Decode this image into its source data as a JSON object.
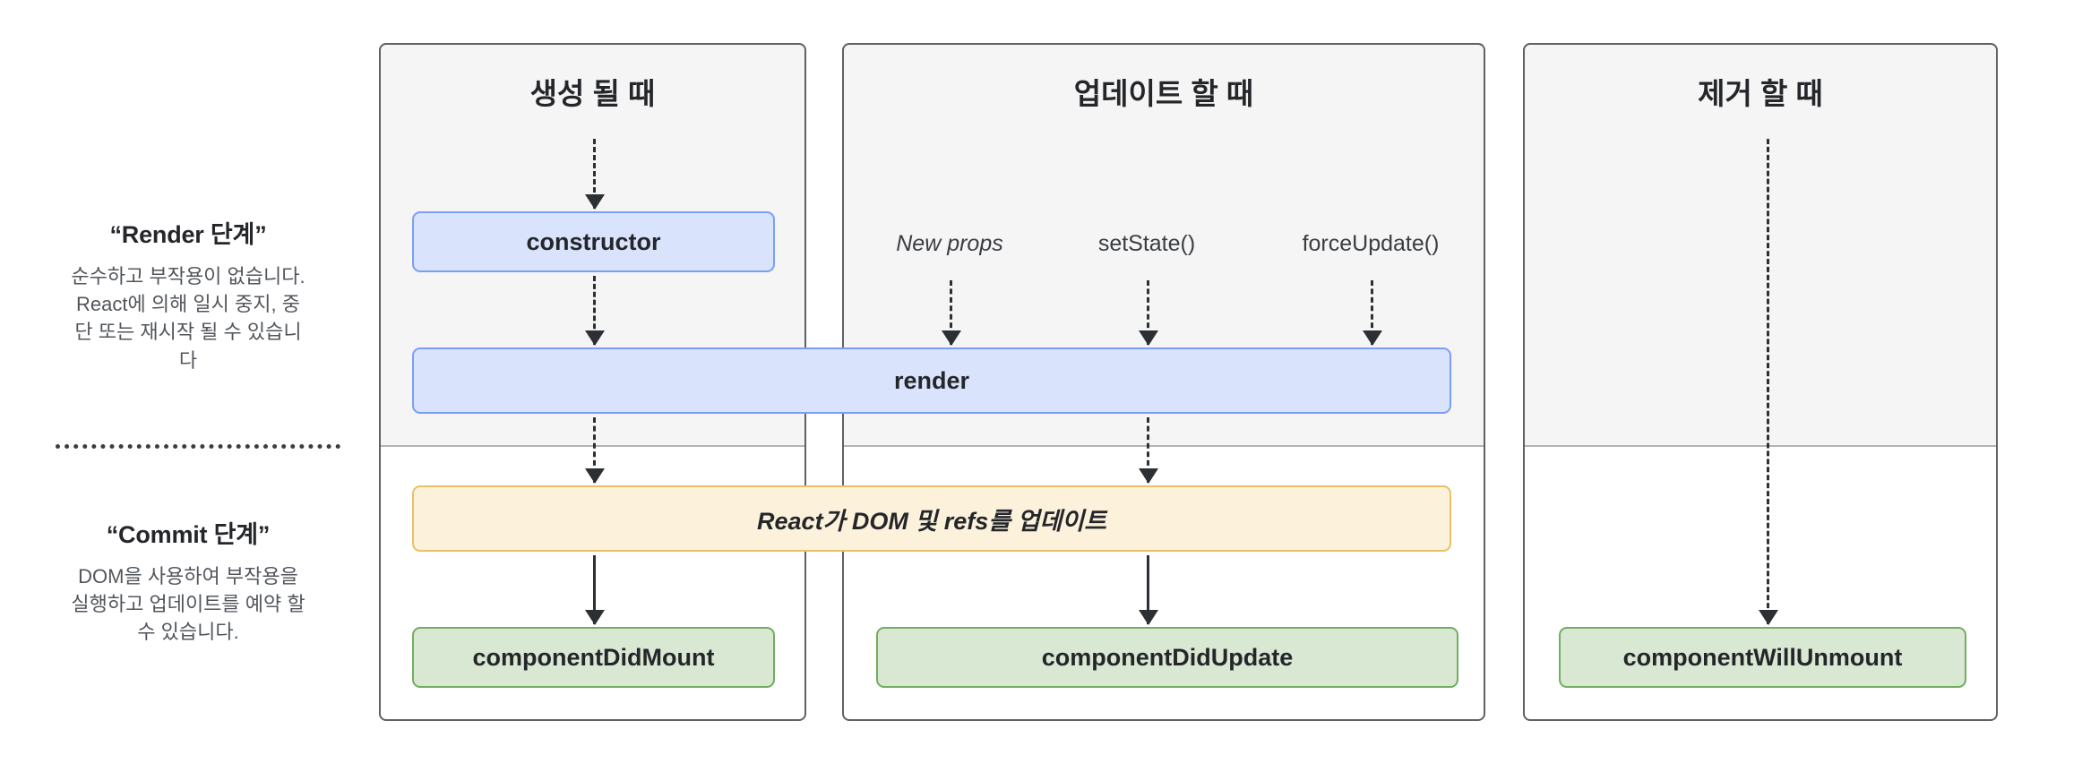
{
  "legend": {
    "render_phase": {
      "title": "“Render 단계”",
      "description": "순수하고 부작용이 없습니다. React에 의해 일시 중지, 중단 또는 재시작 될 수 있습니다"
    },
    "commit_phase": {
      "title": "“Commit 단계”",
      "description": "DOM을 사용하여 부작용을 실행하고 업데이트를 예약 할 수 있습니다."
    }
  },
  "columns": [
    {
      "id": "mount",
      "header": "생성 될 때"
    },
    {
      "id": "update",
      "header": "업데이트 할 때"
    },
    {
      "id": "unmount",
      "header": "제거 할 때"
    }
  ],
  "triggers": [
    {
      "label": "New props",
      "style": "italic"
    },
    {
      "label": "setState()",
      "style": "normal"
    },
    {
      "label": "forceUpdate()",
      "style": "normal"
    }
  ],
  "nodes": {
    "constructor": "constructor",
    "render": "render",
    "dom_update": "React가 DOM 및 refs를 업데이트",
    "component_did_mount": "componentDidMount",
    "component_did_update": "componentDidUpdate",
    "component_will_unmount": "componentWillUnmount"
  },
  "colors": {
    "render_fill": "#d9e4fc",
    "render_stroke": "#7b9ef5",
    "commit_dom_fill": "#fcf2dc",
    "commit_dom_stroke": "#e8c166",
    "lifecycle_fill": "#d9e8d2",
    "lifecycle_stroke": "#72ad60",
    "phase_band": "#f5f5f5",
    "panel_stroke": "#5e6166",
    "arrow": "#2c3034"
  }
}
